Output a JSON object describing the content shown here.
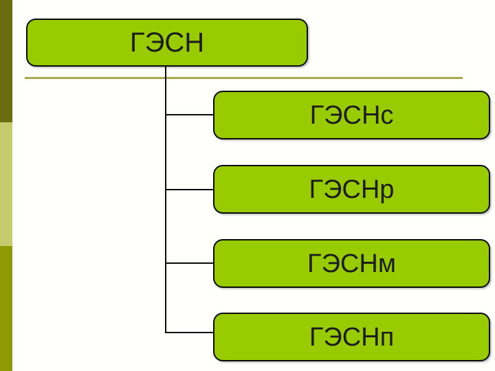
{
  "diagram": {
    "root": {
      "label": "ГЭСН"
    },
    "children": [
      {
        "label": "ГЭСНс"
      },
      {
        "label": "ГЭСНр"
      },
      {
        "label": "ГЭСНм"
      },
      {
        "label": "ГЭСНп"
      }
    ],
    "colors": {
      "node_fill": "#99cc00",
      "node_border": "#0a0a0a",
      "node_text": "#1c1c1c",
      "connector": "#0a0a0a",
      "divider_line": "#a8a84f",
      "stripe_top": "#6b6b10",
      "stripe_middle": "#c5cc6d",
      "stripe_bottom": "#8f9a05"
    }
  }
}
